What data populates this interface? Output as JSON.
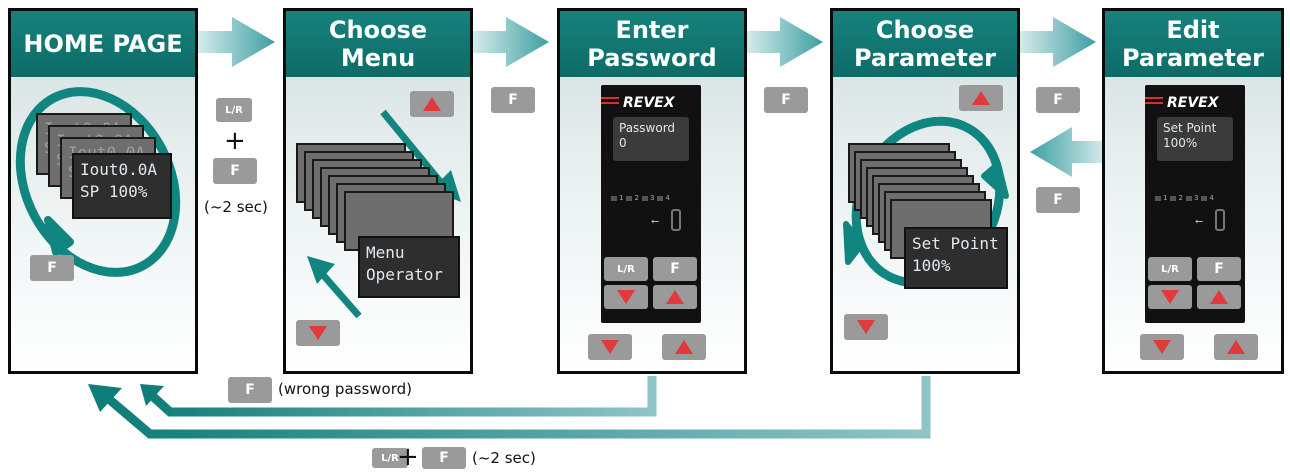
{
  "panels": {
    "home": {
      "title": "HOME PAGE"
    },
    "menu": {
      "title": "Choose\nMenu"
    },
    "password": {
      "title": "Enter\nPassword"
    },
    "parameter": {
      "title": "Choose\nParameter"
    },
    "edit": {
      "title": "Edit\nParameter"
    }
  },
  "home_screen": {
    "text": "Iout0.0A\nSP 100%"
  },
  "menu_screen": {
    "text": "Menu\nOperator"
  },
  "parameter_screen": {
    "text": "Set Point\n100%"
  },
  "device_password": {
    "brand": "REVEX",
    "screen": "Password\n0"
  },
  "device_edit": {
    "brand": "REVEX",
    "screen": "Set Point\n100%"
  },
  "leds": [
    "1",
    "2",
    "3",
    "4"
  ],
  "keys": {
    "lr": "L/R",
    "f": "F"
  },
  "annotations": {
    "plus": "+",
    "hold_time": "(~2 sec)",
    "wrong_password": "(wrong password)",
    "bottom_hold": "(~2 sec)"
  },
  "colors": {
    "header_teal": "#0d6b67",
    "cycle_arrow": "#11857f",
    "flow_arrow": "#4aa6a8",
    "key_gray": "#9a9a9a",
    "arrow_key_red": "#e03a3a"
  }
}
